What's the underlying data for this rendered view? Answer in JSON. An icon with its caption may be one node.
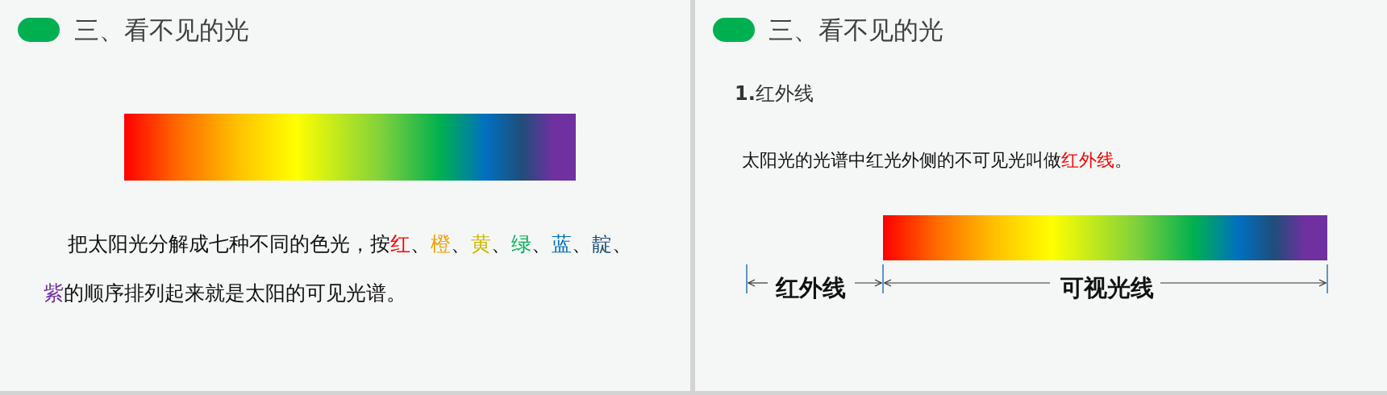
{
  "diagram": {
    "nodes": [
      {
        "text": [],
        "shape": "bar"
      },
      {
        "text": [],
        "shape": "bar"
      }
    ],
    "labels": [
      "三、看不见的光",
      "把太阳光分解成七种不同的色光，按**红**、**橙**、**黄**、**绿**、**蓝**、**靛**、**紫**的顺序排列起来就是太阳的可见光谱。",
      "三、看不见的光",
      "**1.**红外线",
      "太阳光的光谱中红光外侧的不可见光叫做**红外线**。",
      "红外线",
      "可视光线"
    ]
  }
}
